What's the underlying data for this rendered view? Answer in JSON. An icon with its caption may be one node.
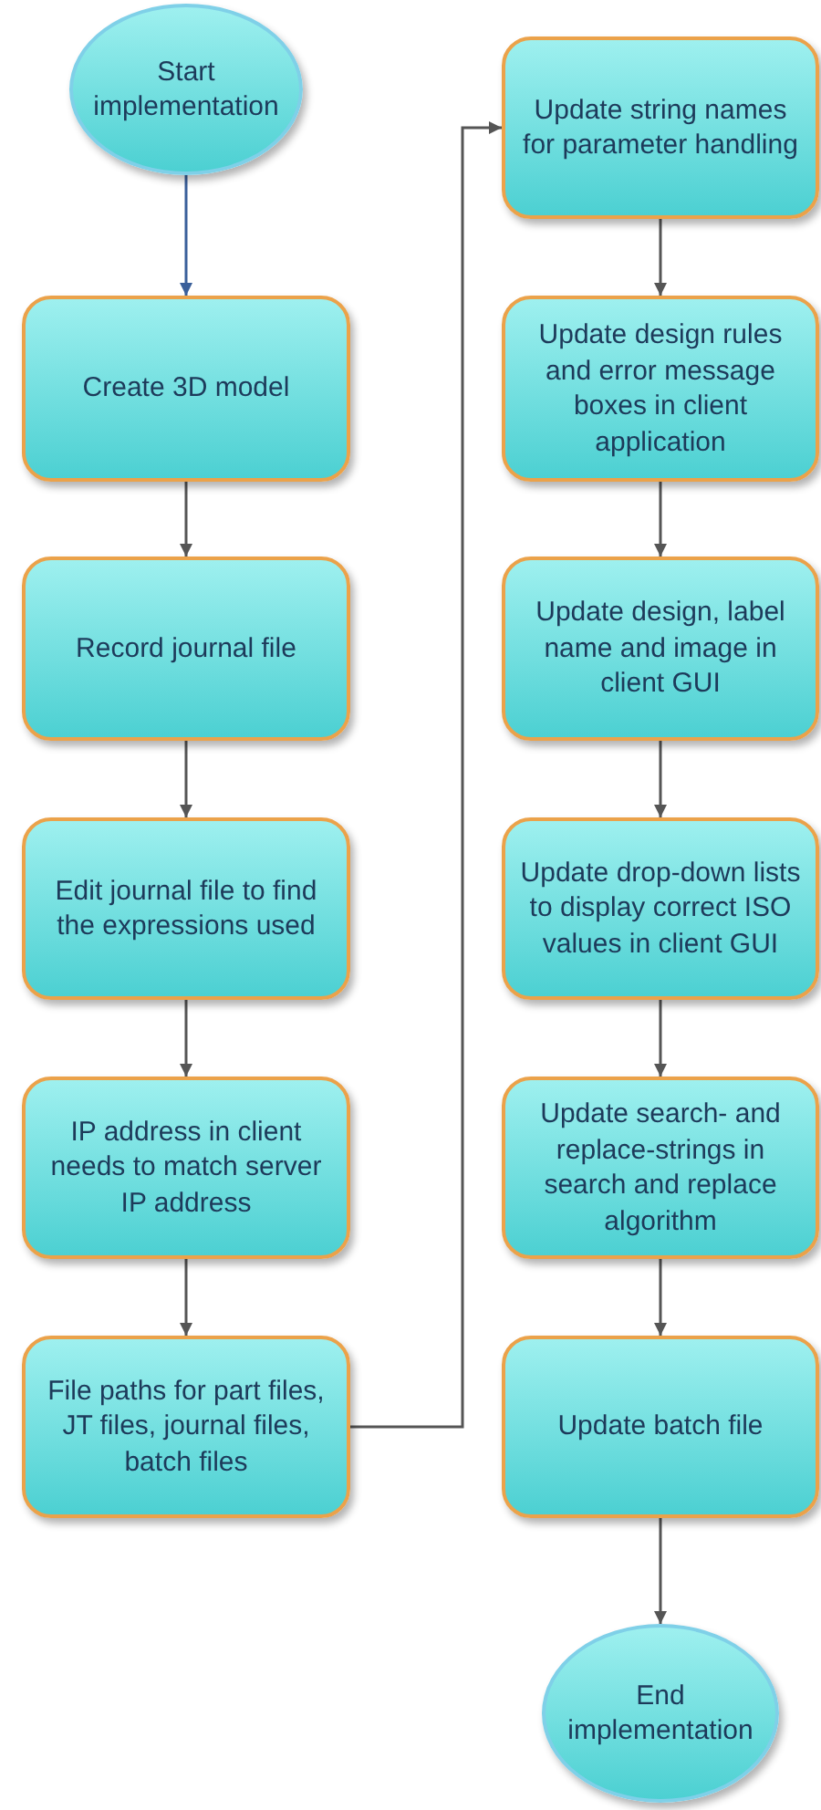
{
  "diagram": {
    "nodes": [
      {
        "text": [
          "Start implementation"
        ]
      },
      {
        "text": [
          "Create 3D model"
        ]
      },
      {
        "text": [
          "Record journal file"
        ]
      },
      {
        "text": [
          "Edit journal file to find the expressions used"
        ]
      },
      {
        "text": [
          "IP address in client needs to match server IP address"
        ]
      },
      {
        "text": [
          "File paths for part files, JT files, journal files, batch files"
        ]
      },
      {
        "text": [
          "Update string names for parameter handling"
        ]
      },
      {
        "text": [
          "Update design rules and error message boxes in client application"
        ]
      },
      {
        "text": [
          "Update design, label name and image in client GUI"
        ]
      },
      {
        "text": [
          "Update drop-down lists to display correct ISO values in client GUI"
        ]
      },
      {
        "text": [
          "Update search- and replace-strings in search and replace algorithm"
        ]
      },
      {
        "text": [
          "Update batch file"
        ]
      },
      {
        "text": [
          "End implementation"
        ]
      }
    ],
    "edges": [
      {
        "from": 0,
        "to": 1,
        "arrow": "to",
        "color": "#3a5f9a"
      },
      {
        "from": 1,
        "to": 2,
        "arrow": "to"
      },
      {
        "from": 2,
        "to": 3,
        "arrow": "to"
      },
      {
        "from": 3,
        "to": 4,
        "arrow": "to"
      },
      {
        "from": 4,
        "to": 5,
        "arrow": "to"
      },
      {
        "from": 5,
        "to": 6,
        "arrow": "to"
      },
      {
        "from": 6,
        "to": 7,
        "arrow": "to"
      },
      {
        "from": 7,
        "to": 8,
        "arrow": "to"
      },
      {
        "from": 8,
        "to": 9,
        "arrow": "to"
      },
      {
        "from": 9,
        "to": 10,
        "arrow": "to"
      },
      {
        "from": 10,
        "to": 11,
        "arrow": "to"
      },
      {
        "from": 11,
        "to": 12,
        "arrow": "to"
      }
    ]
  }
}
